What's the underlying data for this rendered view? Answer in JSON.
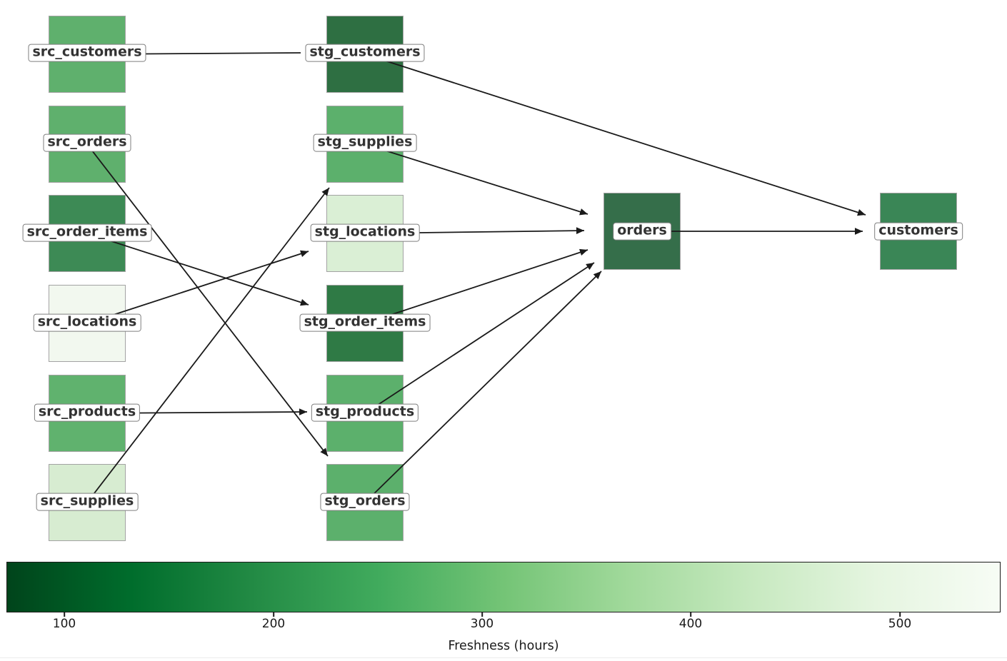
{
  "diagram": {
    "type": "data-lineage-dag",
    "nodes": [
      {
        "id": "src_customers",
        "label": "src_customers",
        "column": "source",
        "fill": "#5fb06d",
        "estimated_freshness_hours": 270
      },
      {
        "id": "src_orders",
        "label": "src_orders",
        "column": "source",
        "fill": "#5fb06d",
        "estimated_freshness_hours": 270
      },
      {
        "id": "src_order_items",
        "label": "src_order_items",
        "column": "source",
        "fill": "#3d8a55",
        "estimated_freshness_hours": 185
      },
      {
        "id": "src_locations",
        "label": "src_locations",
        "column": "source",
        "fill": "#f2f8ef",
        "estimated_freshness_hours": 535
      },
      {
        "id": "src_products",
        "label": "src_products",
        "column": "source",
        "fill": "#60b26e",
        "estimated_freshness_hours": 265
      },
      {
        "id": "src_supplies",
        "label": "src_supplies",
        "column": "source",
        "fill": "#d7ecd1",
        "estimated_freshness_hours": 450
      },
      {
        "id": "stg_customers",
        "label": "stg_customers",
        "column": "staging",
        "fill": "#2e6f42",
        "estimated_freshness_hours": 130
      },
      {
        "id": "stg_supplies",
        "label": "stg_supplies",
        "column": "staging",
        "fill": "#5cb06c",
        "estimated_freshness_hours": 260
      },
      {
        "id": "stg_locations",
        "label": "stg_locations",
        "column": "staging",
        "fill": "#daefd5",
        "estimated_freshness_hours": 455
      },
      {
        "id": "stg_order_items",
        "label": "stg_order_items",
        "column": "staging",
        "fill": "#2f7a45",
        "estimated_freshness_hours": 150
      },
      {
        "id": "stg_products",
        "label": "stg_products",
        "column": "staging",
        "fill": "#5cb06c",
        "estimated_freshness_hours": 260
      },
      {
        "id": "stg_orders",
        "label": "stg_orders",
        "column": "staging",
        "fill": "#5cb06c",
        "estimated_freshness_hours": 260
      },
      {
        "id": "orders",
        "label": "orders",
        "column": "mart",
        "fill": "#356e4a",
        "estimated_freshness_hours": 140
      },
      {
        "id": "customers",
        "label": "customers",
        "column": "mart",
        "fill": "#3a8656",
        "estimated_freshness_hours": 185
      }
    ],
    "edges": [
      {
        "from": "src_customers",
        "to": "stg_customers"
      },
      {
        "from": "src_orders",
        "to": "stg_orders"
      },
      {
        "from": "src_order_items",
        "to": "stg_order_items"
      },
      {
        "from": "src_locations",
        "to": "stg_locations"
      },
      {
        "from": "src_products",
        "to": "stg_products"
      },
      {
        "from": "src_supplies",
        "to": "stg_supplies"
      },
      {
        "from": "stg_customers",
        "to": "customers"
      },
      {
        "from": "stg_supplies",
        "to": "orders"
      },
      {
        "from": "stg_locations",
        "to": "orders"
      },
      {
        "from": "stg_order_items",
        "to": "orders"
      },
      {
        "from": "stg_products",
        "to": "orders"
      },
      {
        "from": "stg_orders",
        "to": "orders"
      },
      {
        "from": "orders",
        "to": "customers"
      }
    ],
    "edge_color": "#1a1a1a",
    "node_border_color": "#a3a3a3",
    "label_border_color": "#7f7f7f",
    "label_text_color": "#333333"
  },
  "colorbar": {
    "label": "Freshness (hours)",
    "ticks": [
      "100",
      "200",
      "300",
      "400",
      "500"
    ],
    "range_hours": [
      72,
      548
    ],
    "colormap": "Greens reversed (dark = fresh, light = stale)",
    "gradient": [
      "#00441b",
      "#006d2c",
      "#238b45",
      "#41ab5d",
      "#74c476",
      "#a1d99b",
      "#c7e9c0",
      "#e5f5e0",
      "#f7fcf5"
    ]
  },
  "chart_data": {
    "type": "heatmap",
    "note": "Node fill encodes freshness via the bottom colorbar; hours estimated from color scale",
    "categories": [
      "src_customers",
      "src_orders",
      "src_order_items",
      "src_locations",
      "src_products",
      "src_supplies",
      "stg_customers",
      "stg_supplies",
      "stg_locations",
      "stg_order_items",
      "stg_products",
      "stg_orders",
      "orders",
      "customers"
    ],
    "values": [
      270,
      270,
      185,
      535,
      265,
      450,
      130,
      260,
      455,
      150,
      260,
      260,
      140,
      185
    ],
    "title": "",
    "xlabel": "Freshness (hours)",
    "ylabel": "",
    "colorbar_ticks": [
      100,
      200,
      300,
      400,
      500
    ],
    "colorbar_range": [
      72,
      548
    ],
    "legend_position": "bottom"
  }
}
